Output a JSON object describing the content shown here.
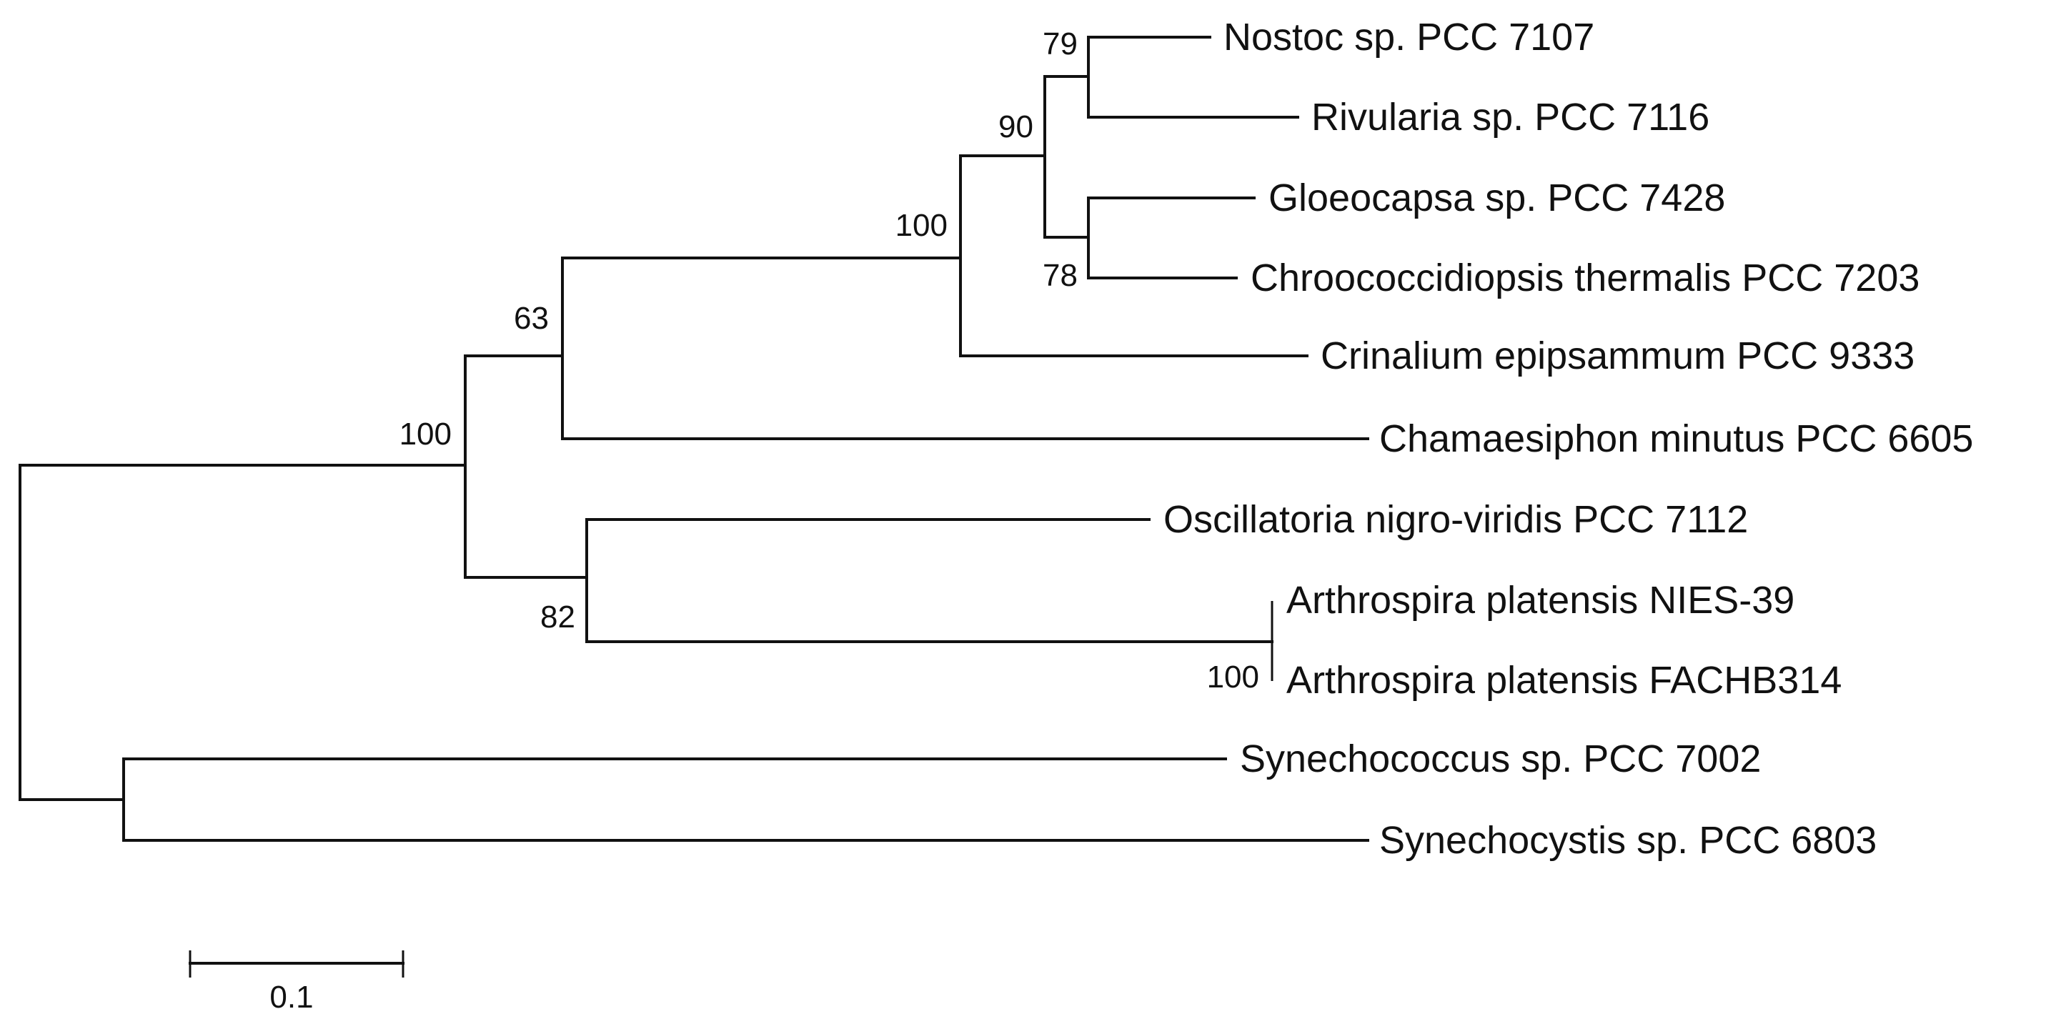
{
  "figure": {
    "type": "phylogenetic-tree",
    "scale_bar": {
      "label": "0.1",
      "value": 0.1
    },
    "taxa": [
      "Nostoc sp. PCC 7107",
      "Rivularia sp. PCC 7116",
      "Gloeocapsa sp. PCC 7428",
      "Chroococcidiopsis thermalis PCC 7203",
      "Crinalium epipsammum PCC 9333",
      "Chamaesiphon minutus PCC 6605",
      "Oscillatoria nigro-viridis PCC 7112",
      "Arthrospira platensis NIES-39",
      "Arthrospira platensis FACHB314",
      "Synechococcus sp. PCC 7002",
      "Synechocystis sp. PCC 6803"
    ],
    "bootstrap": {
      "nostoc_rivularia": "79",
      "nostoc_gloeocapsa_clade": "90",
      "gloeocapsa_chroococcidiopsis": "78",
      "heterocyst_crinalium_clade": "100",
      "with_chamaesiphon": "63",
      "ingroup": "100",
      "oscillatoria_arthrospira": "82",
      "arthrospira_pair": "100"
    }
  }
}
